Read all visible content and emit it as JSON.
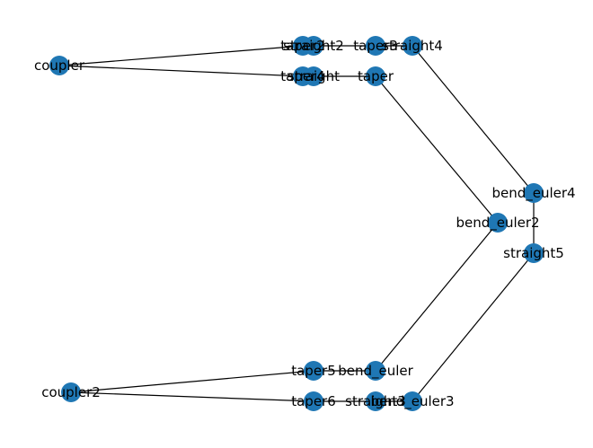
{
  "graph": {
    "node_color": "#1f77b4",
    "edge_color": "#000000",
    "nodes": [
      {
        "id": "coupler",
        "label": "coupler"
      },
      {
        "id": "coupler2",
        "label": "coupler2"
      },
      {
        "id": "taper2",
        "label": "taper2"
      },
      {
        "id": "straight2",
        "label": "straight2"
      },
      {
        "id": "taper3",
        "label": "taper3"
      },
      {
        "id": "straight4",
        "label": "straight4"
      },
      {
        "id": "taper4",
        "label": "taper4"
      },
      {
        "id": "straight",
        "label": "straight"
      },
      {
        "id": "taper",
        "label": "taper"
      },
      {
        "id": "bend_euler4",
        "label": "bend_euler4"
      },
      {
        "id": "bend_euler2",
        "label": "bend_euler2"
      },
      {
        "id": "straight5",
        "label": "straight5"
      },
      {
        "id": "taper5",
        "label": "taper5"
      },
      {
        "id": "bend_euler",
        "label": "bend_euler"
      },
      {
        "id": "taper6",
        "label": "taper6"
      },
      {
        "id": "straight3",
        "label": "straight3"
      },
      {
        "id": "bend_euler3",
        "label": "bend_euler3"
      }
    ],
    "edges": [
      [
        "coupler",
        "taper2"
      ],
      [
        "coupler",
        "taper4"
      ],
      [
        "taper2",
        "straight2"
      ],
      [
        "straight2",
        "taper3"
      ],
      [
        "taper3",
        "straight4"
      ],
      [
        "straight4",
        "bend_euler4"
      ],
      [
        "bend_euler4",
        "straight5"
      ],
      [
        "straight5",
        "bend_euler3"
      ],
      [
        "taper4",
        "straight"
      ],
      [
        "straight",
        "taper"
      ],
      [
        "taper",
        "bend_euler2"
      ],
      [
        "bend_euler2",
        "bend_euler"
      ],
      [
        "bend_euler",
        "taper5"
      ],
      [
        "taper5",
        "coupler2"
      ],
      [
        "coupler2",
        "taper6"
      ],
      [
        "taper6",
        "straight3"
      ],
      [
        "straight3",
        "bend_euler3"
      ]
    ]
  }
}
